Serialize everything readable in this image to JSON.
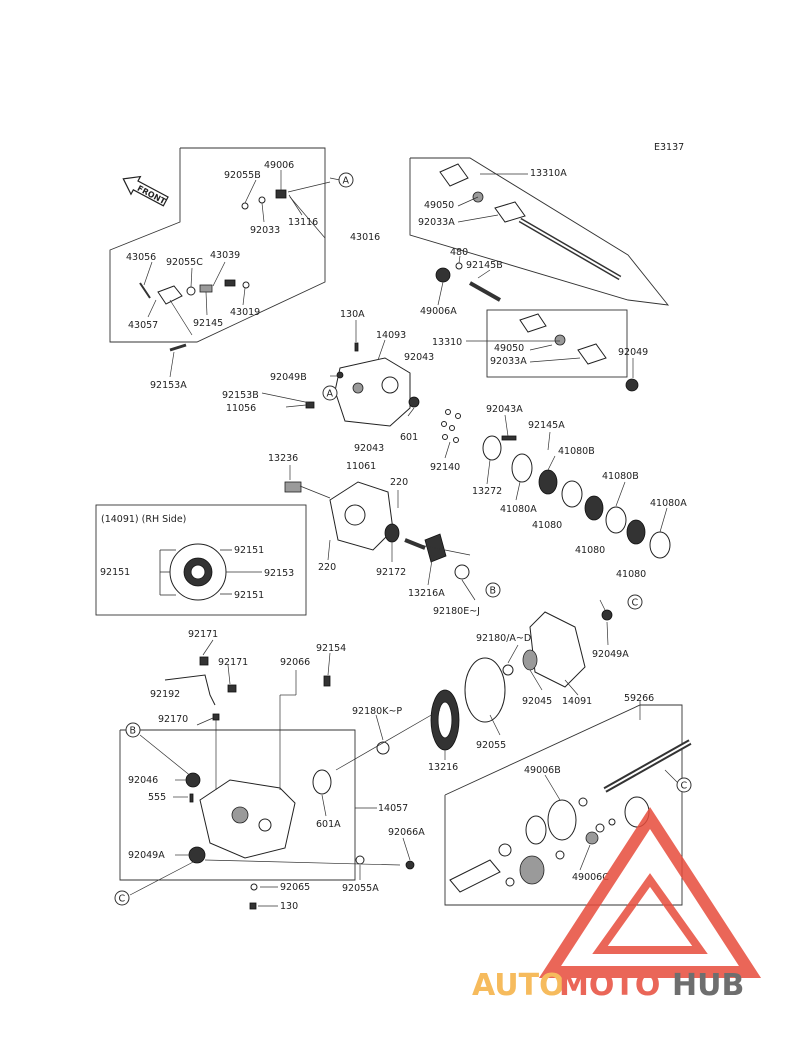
{
  "diagram_code": "E3137",
  "front_label": "FRONT",
  "rh_side_label": "(14091) (RH Side)",
  "callouts": [
    "A",
    "A",
    "B",
    "B",
    "C",
    "C",
    "C"
  ],
  "labels": {
    "p13310A": "13310A",
    "p49050a": "49050",
    "p92033Aa": "92033A",
    "p480": "480",
    "p92145B": "92145B",
    "p49006A": "49006A",
    "p13310": "13310",
    "p49050b": "49050",
    "p92033Ab": "92033A",
    "p92049": "92049",
    "p92055B": "92055B",
    "p49006": "49006",
    "p92033": "92033",
    "p13116": "13116",
    "p43016": "43016",
    "p43056": "43056",
    "p92055C": "92055C",
    "p43039": "43039",
    "p43057": "43057",
    "p92145": "92145",
    "p43019": "43019",
    "p92153A": "92153A",
    "p130A": "130A",
    "p14093": "14093",
    "p92043a": "92043",
    "p92049B": "92049B",
    "p92153B": "92153B",
    "p11056": "11056",
    "p601": "601",
    "p92043b": "92043",
    "p92043A": "92043A",
    "p92145A": "92145A",
    "p92140": "92140",
    "p13272": "13272",
    "p41080Ba": "41080B",
    "p41080Aa": "41080A",
    "p41080a": "41080",
    "p41080Bb": "41080B",
    "p41080b": "41080",
    "p41080Ab": "41080A",
    "p41080c": "41080",
    "p13236": "13236",
    "p11061": "11061",
    "p220a": "220",
    "p220b": "220",
    "p92172": "92172",
    "p13216A": "13216A",
    "p92180EJ": "92180E~J",
    "p92151a": "92151",
    "p92151b": "92151",
    "p92153": "92153",
    "p92151c": "92151",
    "p92180AD": "92180/A~D",
    "p92049Aa": "92049A",
    "p92045": "92045",
    "p14091": "14091",
    "p92171a": "92171",
    "p92171b": "92171",
    "p92066": "92066",
    "p92154": "92154",
    "p92192": "92192",
    "p92170": "92170",
    "p92180KP": "92180K~P",
    "p92055": "92055",
    "p13216": "13216",
    "p59266": "59266",
    "p92046": "92046",
    "p555": "555",
    "p49006B": "49006B",
    "p14057": "14057",
    "p601A": "601A",
    "p92066A": "92066A",
    "p92049Ab": "92049A",
    "p92065": "92065",
    "p92055A": "92055A",
    "p130": "130",
    "p49006C": "49006C"
  },
  "watermark": {
    "part1": "AUTO",
    "part2": "MOTO",
    "part3": "HUB",
    "color1": "#f5b041",
    "color2": "#e74c3c",
    "color3": "#555555"
  }
}
